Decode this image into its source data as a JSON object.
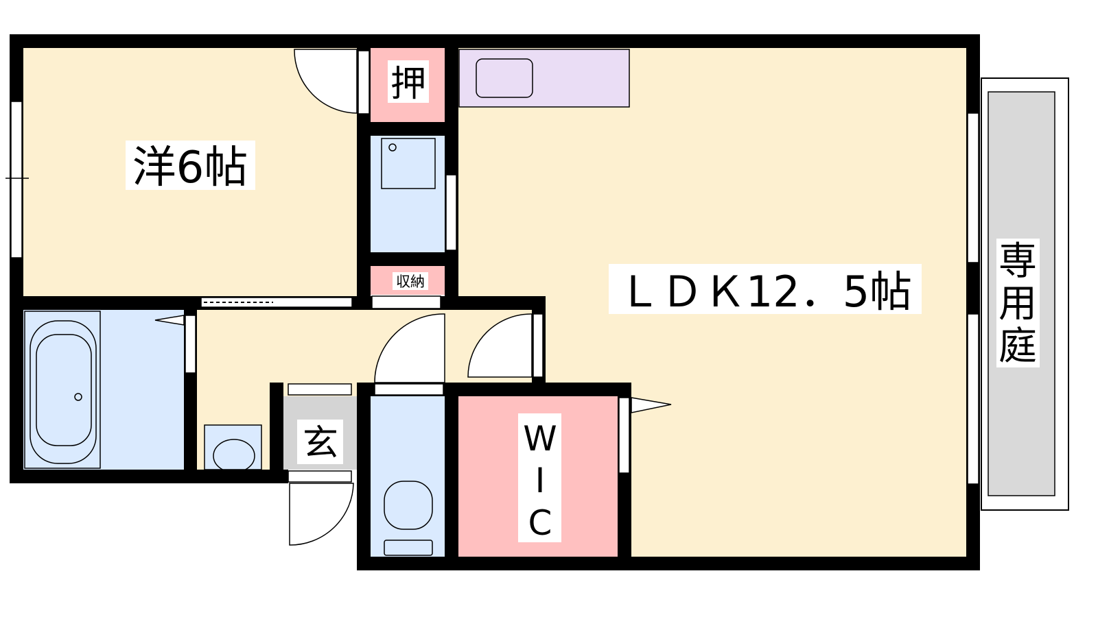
{
  "colors": {
    "room": "#FDF0D0",
    "wet": "#DAEAFE",
    "storage": "#FFC0C0",
    "entrance": "#D4D4D4",
    "kitchen": "#EADDF5",
    "garden": "#D9D9D9",
    "wall": "#000000"
  },
  "rooms": {
    "western": {
      "label": "洋6帖"
    },
    "ldk": {
      "label": "ＬＤＫ12．5帖"
    },
    "oshiire": {
      "label": "押"
    },
    "storage": {
      "label": "収納"
    },
    "entrance": {
      "label": "玄"
    },
    "wic": {
      "line1": "W",
      "line2": "I",
      "line3": "C"
    },
    "garden": {
      "line1": "専",
      "line2": "用",
      "line3": "庭"
    }
  }
}
